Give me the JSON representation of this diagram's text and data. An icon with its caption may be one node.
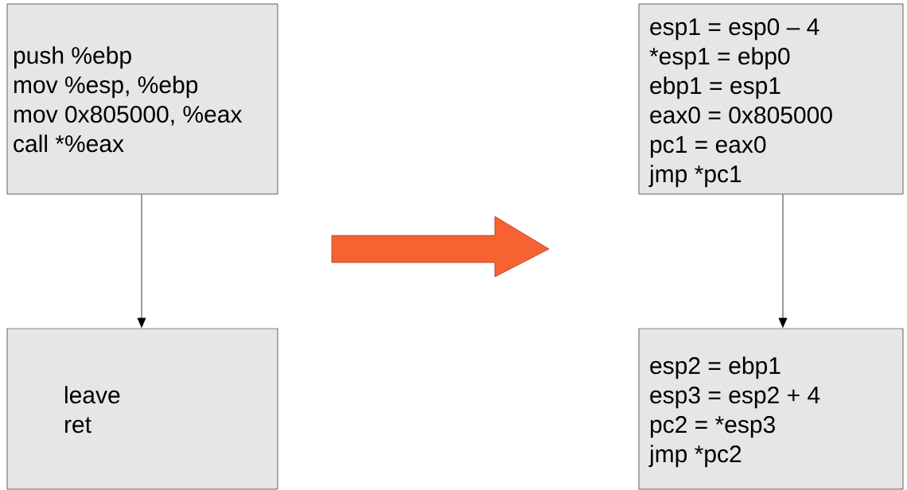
{
  "diagram": {
    "nodes": [
      {
        "text": [
          "push %ebp",
          "mov %esp, %ebp",
          "mov 0x805000, %eax",
          "call *%eax"
        ]
      },
      {
        "text": [
          "leave",
          "ret"
        ]
      },
      {
        "text": [
          "esp1 = esp0 – 4",
          "*esp1 = ebp0",
          "ebp1 = esp1",
          "eax0 = 0x805000",
          "pc1 = eax0",
          "jmp *pc1"
        ]
      },
      {
        "text": [
          "esp2 = ebp1",
          "esp3 = esp2 + 4",
          "pc2 = *esp3",
          "jmp *pc2"
        ]
      }
    ],
    "edges": [
      {
        "from": 0,
        "to": 1,
        "arrow": "to"
      },
      {
        "from": 2,
        "to": 3,
        "arrow": "to"
      }
    ]
  }
}
